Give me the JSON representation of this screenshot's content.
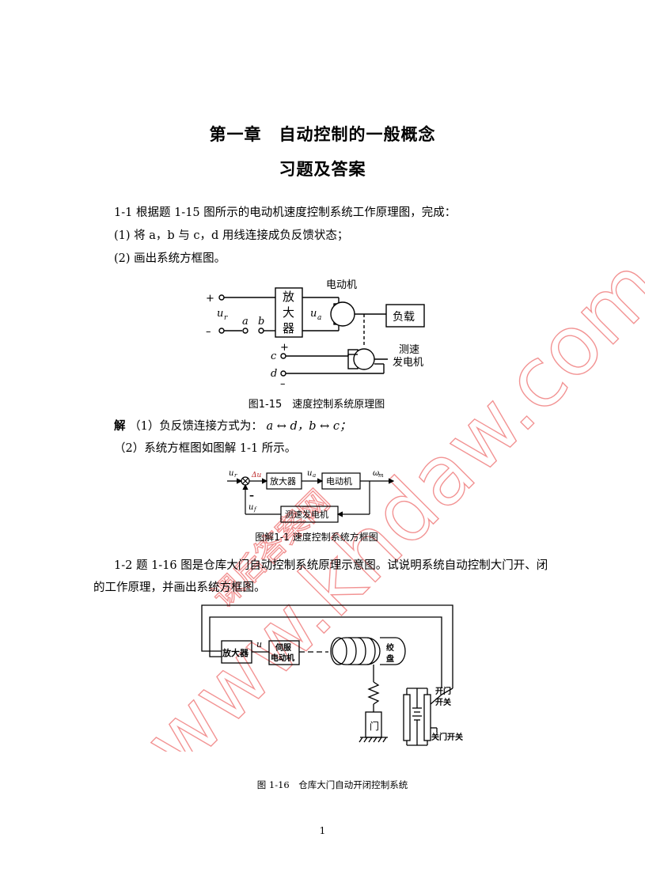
{
  "header": {
    "chapter_title": "第一章　自动控制的一般概念",
    "subtitle": "习题及答案"
  },
  "problem_1_1": {
    "prompt": "1-1  根据题 1-15 图所示的电动机速度控制系统工作原理图，完成：",
    "item_1": "(1)  将 a，b 与 c，d 用线连接成负反馈状态；",
    "item_2": "(2)  画出系统方框图。",
    "figure": {
      "motor_label": "电动机",
      "amp_label": [
        "放",
        "大",
        "器"
      ],
      "load_label": "负载",
      "tach_label_1": "测速",
      "tach_label_2": "发电机",
      "plus": "+",
      "minus": "–",
      "ur": "u",
      "ur_sub": "r",
      "ua": "u",
      "ua_sub": "a",
      "a": "a",
      "b": "b",
      "c": "c",
      "d": "d",
      "caption": "图1-15　速度控制系统原理图"
    },
    "answer_prefix": "解",
    "answer_1_text": "（1）负反馈连接方式为：",
    "answer_1_math": "a ↔ d，b ↔ c；",
    "answer_2": "（2）系统方框图如图解 1-1 所示。",
    "block_diagram": {
      "amp": "放大器",
      "motor": "电动机",
      "tach": "测速发电机",
      "ur": "u",
      "ur_sub": "r",
      "du": "Δu",
      "ua": "u",
      "ua_sub": "a",
      "uf": "u",
      "uf_sub": "f",
      "wm": "ω",
      "wm_sub": "m",
      "minus": "–",
      "caption": "图解1-1 速度控制系统方框图"
    }
  },
  "problem_1_2": {
    "text_line_1": "1-2  题 1-16 图是仓库大门自动控制系统原理示意图。试说明系统自动控制大门开、闭",
    "text_line_2": "的工作原理，并画出系统方框图。",
    "figure": {
      "amp": "放大器",
      "servo_1": "伺服",
      "servo_2": "电动机",
      "u": "u",
      "drum_1": "绞",
      "drum_2": "盘",
      "door": "门",
      "open_1": "开门",
      "open_2": "开关",
      "close": "关门开关",
      "caption": "图 1-16　仓库大门自动开闭控制系统"
    }
  },
  "watermark": {
    "line_1": "课后答案网",
    "line_2": "www.khdaw.com"
  },
  "page_number": "1"
}
